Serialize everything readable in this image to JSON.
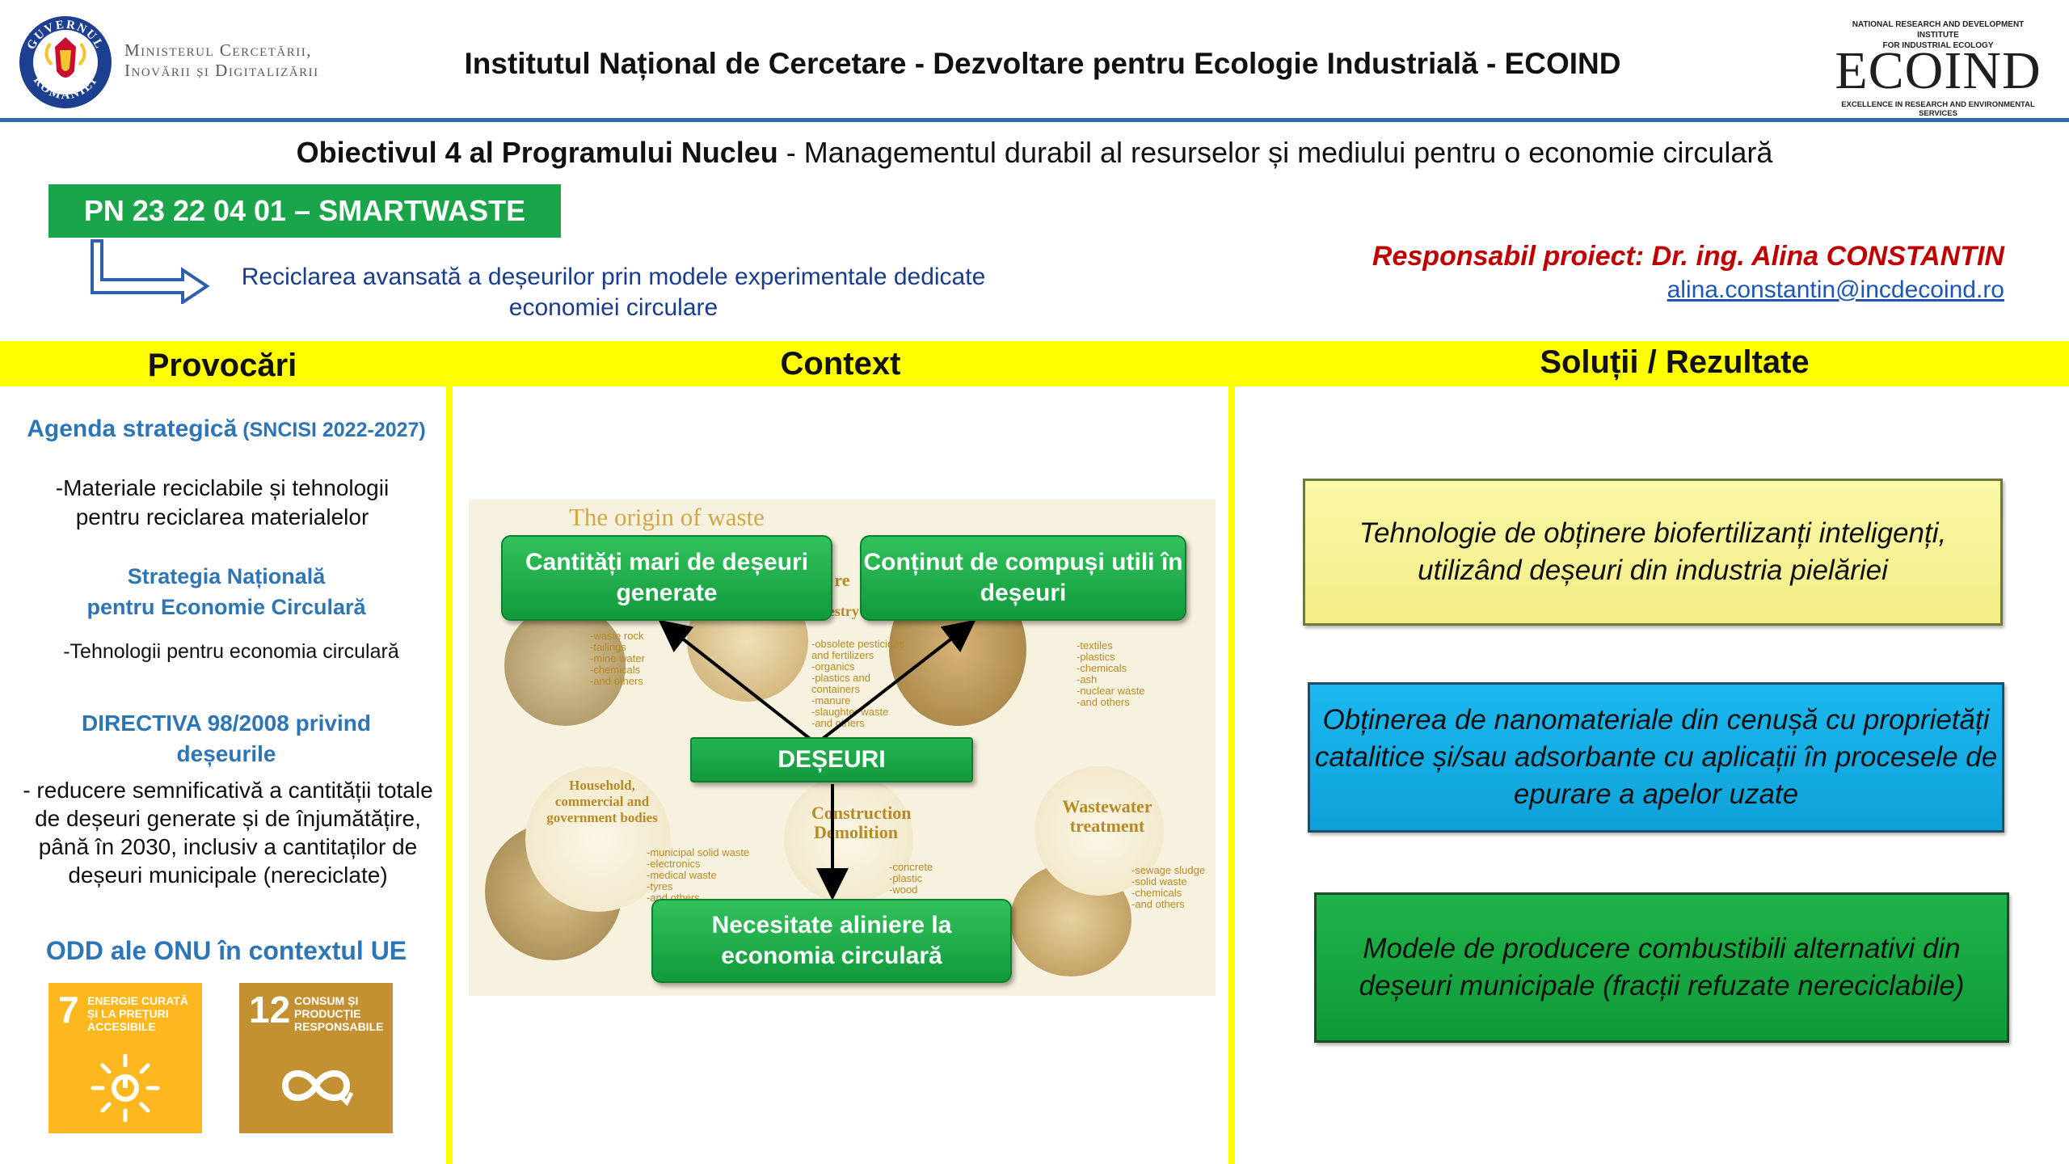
{
  "header": {
    "ministry_name_line1": "Ministerul Cercetării,",
    "ministry_name_line2": "Inovării și Digitalizării",
    "institute_title": "Institutul Național de Cercetare - Dezvoltare pentru Ecologie Industrială - ECOIND",
    "ecoind_top_line1": "NATIONAL RESEARCH AND DEVELOPMENT INSTITUTE",
    "ecoind_top_line2": "FOR INDUSTRIAL ECOLOGY",
    "ecoind_wordmark": "ECOIND",
    "ecoind_tagline": "EXCELLENCE IN RESEARCH AND ENVIRONMENTAL SERVICES",
    "seal_text_top": "GUVERNUL",
    "seal_text_bottom": "ROMÂNIEI"
  },
  "objective": {
    "bold": "Obiectivul 4 al Programului Nucleu",
    "rest": " - Managementul durabil al resurselor și mediului pentru o economie circulară"
  },
  "project": {
    "code": "PN 23 22 04 01 – SMARTWASTE",
    "description": "Reciclarea avansată a deșeurilor prin modele experimentale dedicate economiei circulare",
    "responsible": "Responsabil proiect: Dr. ing. Alina CONSTANTIN",
    "email": "alina.constantin@incdecoind.ro"
  },
  "columns": {
    "col1": "Provocări",
    "col2": "Context",
    "col3": "Soluții / Rezultate"
  },
  "challenges": {
    "agenda_head": "Agenda strategică",
    "agenda_head_small": " (SNCISI 2022-2027)",
    "agenda_text": "-Materiale reciclabile și tehnologii pentru reciclarea materialelor",
    "strategy_head_line1": "Strategia Națională",
    "strategy_head_line2": "pentru Economie Circulară",
    "strategy_text": "-Tehnologii pentru economia circulară",
    "directive_head_line1": "DIRECTIVA 98/2008 privind",
    "directive_head_line2": "deșeurile",
    "directive_text": "- reducere semnificativă a cantității totale de deșeuri generate și de înjumătățire, până în 2030, inclusiv a cantitaților de deșeuri municipale (nereciclate)",
    "odd_head": "ODD ale ONU în contextul UE",
    "sdg7_num": "7",
    "sdg7_text": "ENERGIE CURATĂ ȘI LA PREȚURI ACCESIBILE",
    "sdg12_num": "12",
    "sdg12_text": "CONSUM ȘI PRODUCȚIE RESPONSABILE"
  },
  "context": {
    "image_title": "The origin of waste",
    "box_large": "Cantități mari de deșeuri generate",
    "box_content": "Conținut de compuși utili în deșeuri",
    "box_waste": "DEȘEURI",
    "box_align": "Necesitate aliniere la economia circulară",
    "mining_items": [
      "-waste rock",
      "-tailings",
      "-mine water",
      "-chemicals",
      "-and others"
    ],
    "agri_items": [
      "-obsolete pesticides",
      "and fertilizers",
      "-organics",
      "-plastics and",
      "containers",
      "-manure",
      "-slaughter waste",
      "-and others"
    ],
    "industry_items": [
      "-textiles",
      "-plastics",
      "-chemicals",
      "-ash",
      "-nuclear waste",
      "-and others"
    ],
    "household_head": "Household, commercial and government bodies",
    "household_items": [
      "-municipal solid waste",
      "-electronics",
      "-medical waste",
      "-tyres",
      "-and others"
    ],
    "construction_head": "Construction Demolition",
    "construction_items": [
      "-concrete",
      "-plastic",
      "-wood"
    ],
    "wastewater_head": "Wastewater treatment",
    "wastewater_items": [
      "-sewage sludge",
      "-solid waste",
      "-chemicals",
      "-and others"
    ],
    "agri_fragment": "re",
    "agri_fragment2": "restry"
  },
  "solutions": {
    "sol1": "Tehnologie de obținere biofertilizanți inteligenți, utilizând deșeuri din industria pielăriei",
    "sol2": "Obținerea de nanomateriale din cenușă cu proprietăți catalitice și/sau adsorbante cu aplicații în procesele de epurare a apelor uzate",
    "sol3": "Modele de producere combustibili alternativi din deșeuri municipale (fracții refuzate nereciclabile)"
  },
  "colors": {
    "band_yellow": "#ffff00",
    "green": "#1aa54b",
    "blue_accent": "#2e75b6",
    "red": "#c00000",
    "sol1_bg": "#f6f09a",
    "sol2_bg": "#14aee6",
    "sol3_bg": "#17a842"
  }
}
